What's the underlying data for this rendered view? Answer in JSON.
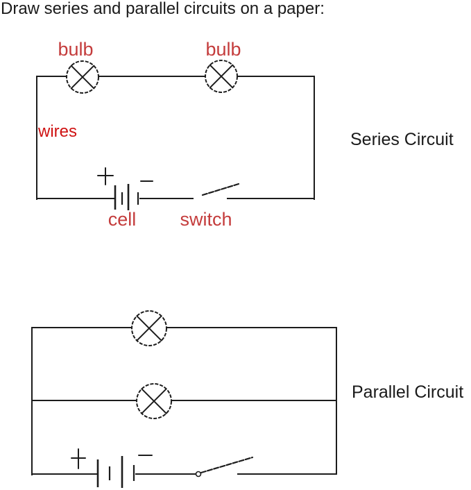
{
  "title": "Draw series and parallel circuits on a paper:",
  "series_circuit": {
    "heading": "Series Circuit",
    "labels": {
      "bulb_left": "bulb",
      "bulb_right": "bulb",
      "wires": "wires",
      "cell": "cell",
      "switch": "switch"
    },
    "polarity": {
      "plus": "+",
      "minus": "−"
    },
    "components": [
      "bulb",
      "bulb",
      "wires",
      "cell",
      "switch"
    ]
  },
  "parallel_circuit": {
    "heading": "Parallel Circuit",
    "polarity": {
      "plus": "+",
      "minus": "−"
    },
    "components": [
      "bulb",
      "bulb",
      "cell",
      "switch"
    ]
  },
  "colors": {
    "background": "#ffffff",
    "wire": "#1c1c1c",
    "heading_text": "#1a1a1a",
    "component_label_red": "#c43c3c",
    "wires_label_red": "#cf1212"
  }
}
